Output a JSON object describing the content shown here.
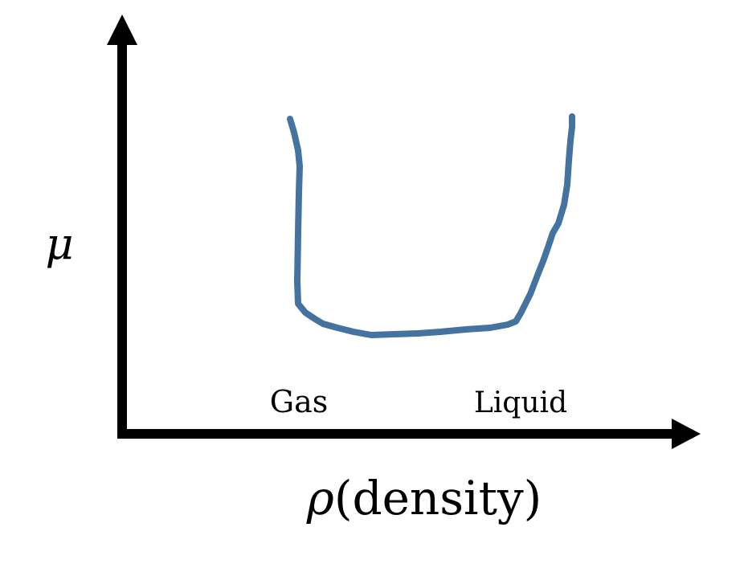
{
  "diagram": {
    "y_axis_symbol": "μ",
    "x_axis_label": {
      "symbol": "ρ",
      "text": "(density)"
    },
    "regions": {
      "left": "Gas",
      "right": "Liquid"
    }
  },
  "colors": {
    "axes": "#000000",
    "curve": "#44739f",
    "text": "#000000",
    "background": "#ffffff"
  }
}
